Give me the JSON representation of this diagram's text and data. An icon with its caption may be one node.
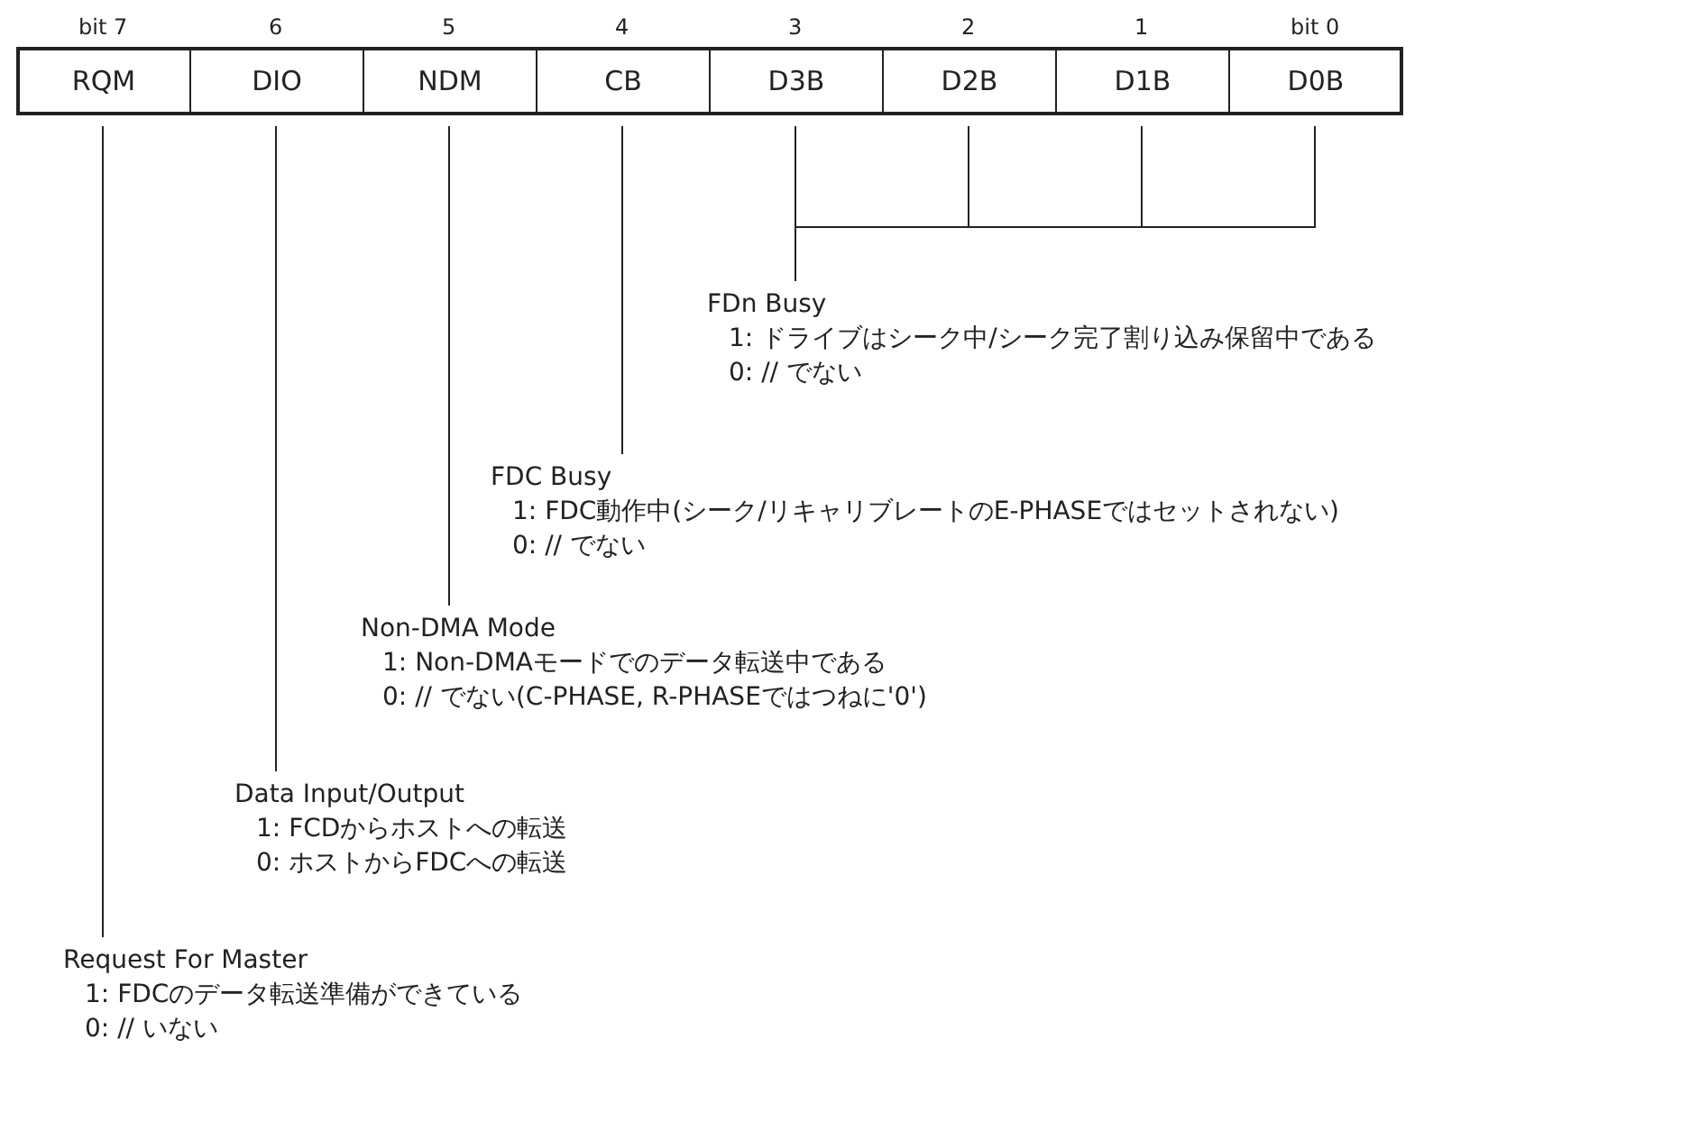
{
  "diagram": {
    "nodes": [
      {
        "text": [
          "RQM"
        ],
        "beside": [
          "bit 7"
        ]
      },
      {
        "text": [
          "DIO"
        ],
        "beside": [
          "6"
        ]
      },
      {
        "text": [
          "NDM"
        ],
        "beside": [
          "5"
        ]
      },
      {
        "text": [
          "CB"
        ],
        "beside": [
          "4"
        ]
      },
      {
        "text": [
          "D3B"
        ],
        "beside": [
          "3"
        ]
      },
      {
        "text": [
          "D2B"
        ],
        "beside": [
          "2"
        ]
      },
      {
        "text": [
          "D1B"
        ],
        "beside": [
          "1"
        ]
      },
      {
        "text": [
          "D0B"
        ],
        "beside": [
          "bit 0"
        ]
      },
      {
        "text": [
          "FDn Busy",
          "1: ドライブはシーク中/シーク完了割り込み保留中である",
          "0: // でない"
        ]
      },
      {
        "text": [
          "FDC Busy",
          "1: FDC動作中(シーク/リキャリブレートのE-PHASEではセットされない)",
          "0: // でない"
        ]
      },
      {
        "text": [
          "Non-DMA Mode",
          "1: Non-DMAモードでのデータ転送中である",
          "0: // でない(C-PHASE, R-PHASEではつねに'0')"
        ]
      },
      {
        "text": [
          "Data Input/Output",
          "1: FCDからホストへの転送",
          "0: ホストからFDCへの転送"
        ]
      },
      {
        "text": [
          "Request For Master",
          "1: FDCのデータ転送準備ができている",
          "0: // いない"
        ]
      }
    ],
    "edges": [
      {
        "from": 4,
        "to": 8,
        "arrow": "none"
      },
      {
        "from": 5,
        "to": 8,
        "arrow": "none"
      },
      {
        "from": 6,
        "to": 8,
        "arrow": "none"
      },
      {
        "from": 7,
        "to": 8,
        "arrow": "none"
      },
      {
        "from": 3,
        "to": 9,
        "arrow": "none"
      },
      {
        "from": 2,
        "to": 10,
        "arrow": "none"
      },
      {
        "from": 1,
        "to": 11,
        "arrow": "none"
      },
      {
        "from": 0,
        "to": 12,
        "arrow": "none"
      }
    ]
  }
}
